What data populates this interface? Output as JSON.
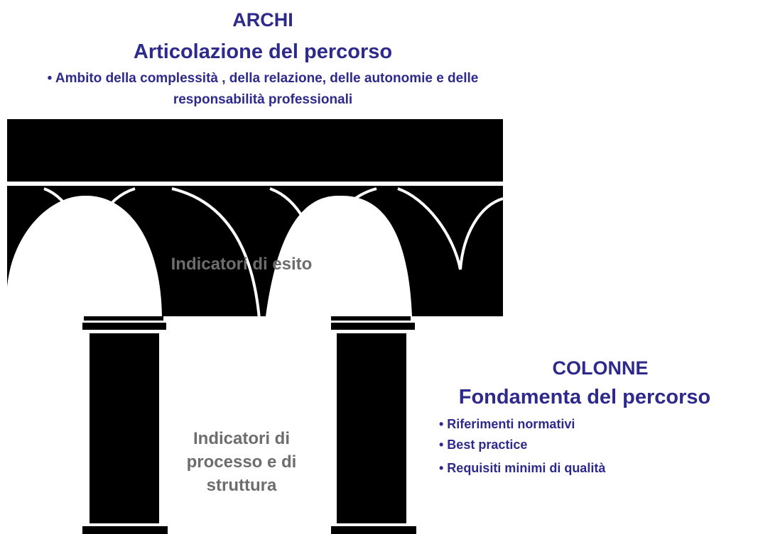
{
  "archi": {
    "title": "ARCHI",
    "subtitle": "Articolazione del percorso",
    "bullet": "• Ambito  della complessità , della relazione,  delle autonomie  e delle responsabilità professionali"
  },
  "colonne": {
    "title": "COLONNE",
    "subtitle": "Fondamenta del percorso",
    "items": [
      "• Riferimenti normativi",
      "• Best practice",
      "• Requisiti minimi di qualità"
    ]
  },
  "labels": {
    "esito": "Indicatori di esito",
    "processo": "Indicatori di processo e di struttura"
  },
  "colors": {
    "title_text": "#2e2a8c",
    "label_text": "#6d6d6d",
    "structure": "#000000",
    "background": "#ffffff"
  }
}
